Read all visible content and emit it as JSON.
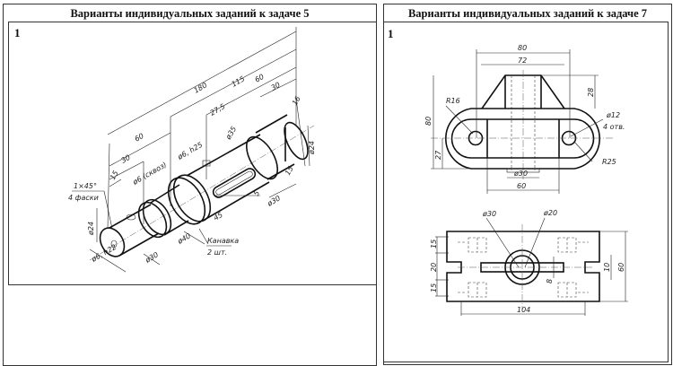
{
  "left_panel": {
    "title": "Варианты индивидуальных заданий к задаче 5",
    "variant_number": "1",
    "drawing": {
      "type": "isometric shaft",
      "dimensions": {
        "len_180": "180",
        "len_115": "115",
        "len_60_right": "60",
        "len_30_right": "30",
        "len_16": "16",
        "len_27_5": "27,5",
        "len_60_left": "60",
        "len_30_left": "30",
        "len_15_left": "15",
        "len_15_right": "15",
        "len_45": "45",
        "len_5": "5",
        "dia_35": "ø35",
        "dia_24_right": "ø24",
        "dia_30_right": "ø30",
        "dia_40": "ø40",
        "dia_30_left": "ø30",
        "dia_24_left": "ø24",
        "hole_center": "ø6, h25",
        "hole_through": "ø6 (сквоз)",
        "hole_end": "ø6, h22",
        "chamfer": "1×45°",
        "chamfer_note": "4 фаски",
        "groove": "Канавка",
        "groove_count": "2 шт."
      }
    }
  },
  "right_panel": {
    "title": "Варианты индивидуальных заданий к задаче 7",
    "variant_number": "1",
    "drawing": {
      "type": "two-view orthographic",
      "front_view": {
        "width_80": "80",
        "width_72": "72",
        "height_80": "80",
        "height_28": "28",
        "height_27": "27",
        "radius_16": "R16",
        "radius_25": "R25",
        "hole_dia": "ø12",
        "hole_count": "4 отв.",
        "boss_dia": "ø30",
        "width_60": "60"
      },
      "top_view": {
        "dia_30": "ø30",
        "dia_20": "ø20",
        "h_15_top": "15",
        "h_20": "20",
        "h_15_bottom": "15",
        "slot_10": "10",
        "height_60": "60",
        "rib_8": "8",
        "length_104": "104"
      }
    }
  }
}
